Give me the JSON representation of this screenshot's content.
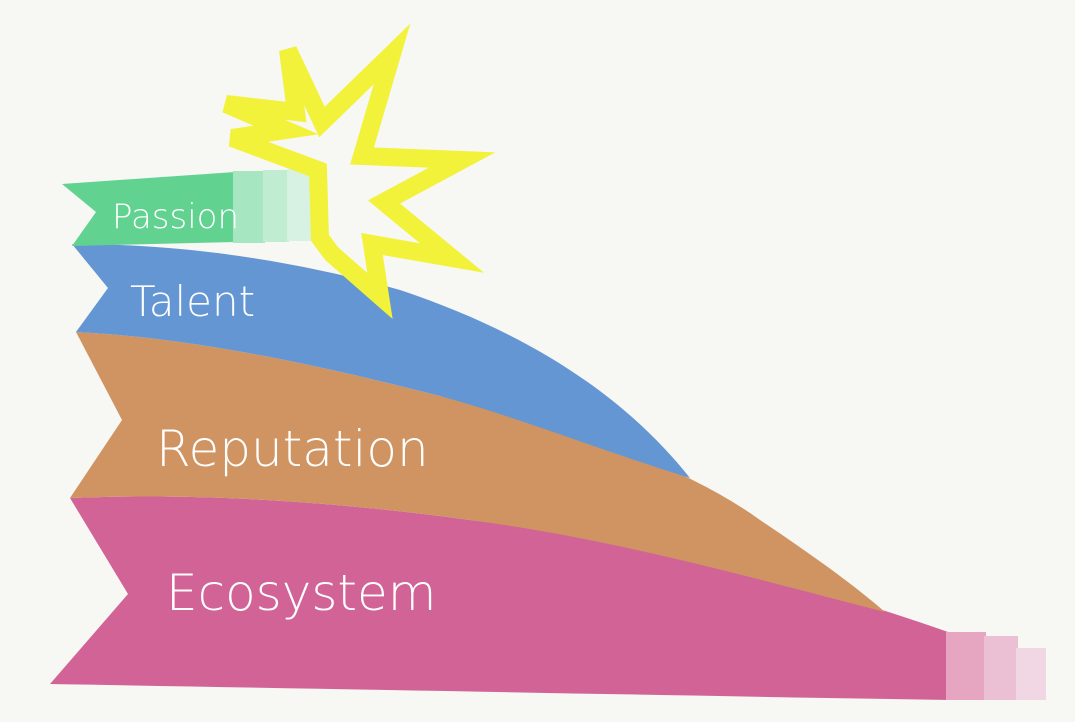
{
  "layers": [
    {
      "id": "passion",
      "label": "Passion",
      "color": "#62d291"
    },
    {
      "id": "talent",
      "label": "Talent",
      "color": "#6396d2"
    },
    {
      "id": "reputation",
      "label": "Reputation",
      "color": "#d09462"
    },
    {
      "id": "ecosystem",
      "label": "Ecosystem",
      "color": "#d26396"
    }
  ],
  "burst_color": "#f2f23a",
  "background": "#f7f7f3"
}
